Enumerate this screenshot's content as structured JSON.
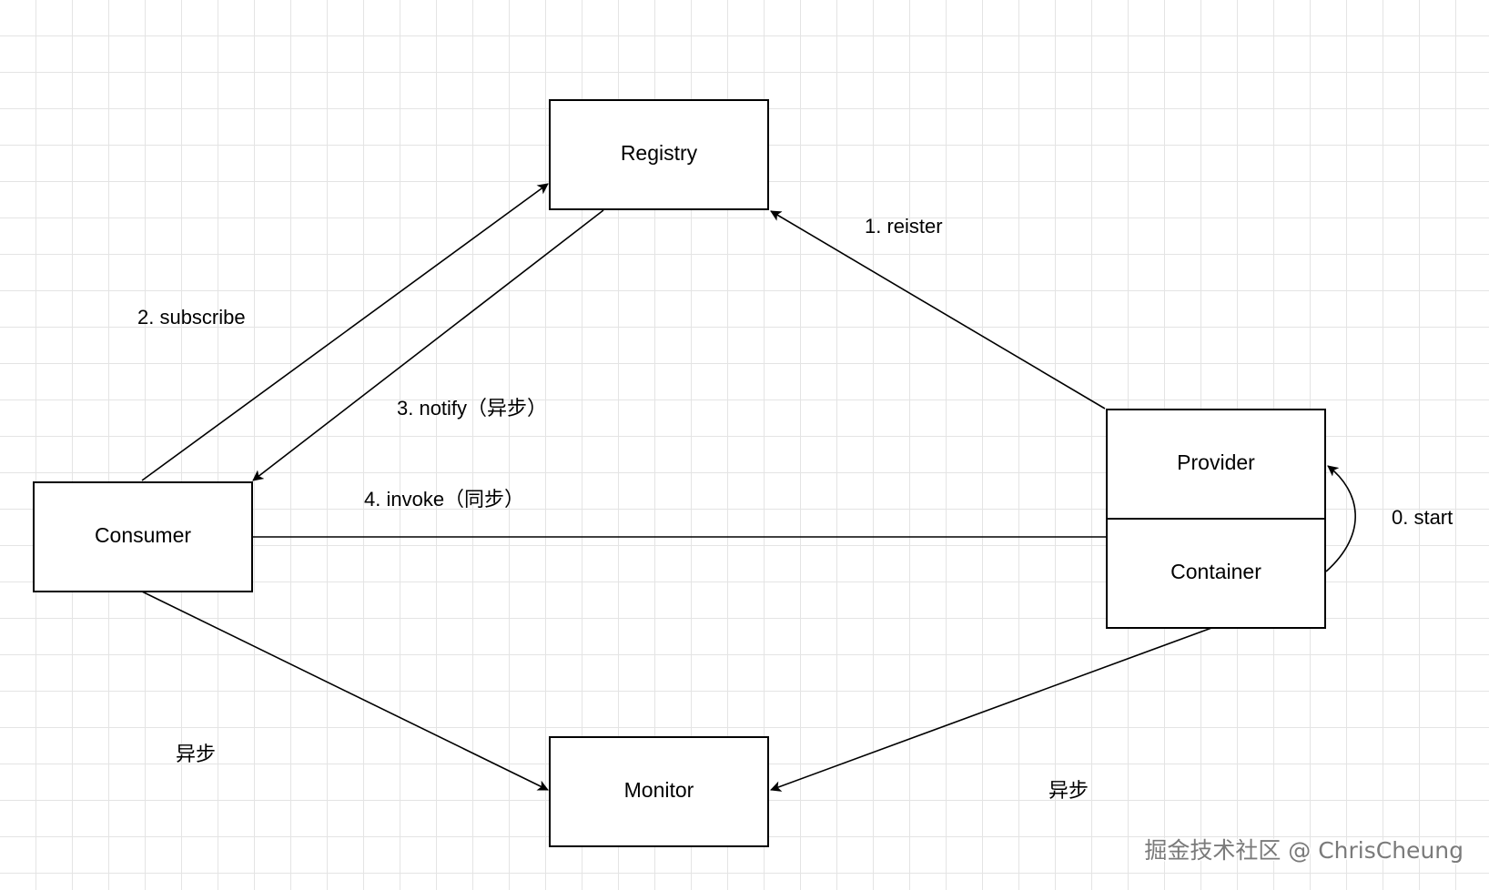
{
  "nodes": {
    "registry": {
      "label": "Registry"
    },
    "consumer": {
      "label": "Consumer"
    },
    "provider": {
      "label": "Provider"
    },
    "container": {
      "label": "Container"
    },
    "monitor": {
      "label": "Monitor"
    }
  },
  "edges": {
    "register": {
      "label": "1. reister",
      "from": "provider",
      "to": "registry"
    },
    "subscribe": {
      "label": "2. subscribe",
      "from": "consumer",
      "to": "registry"
    },
    "notify": {
      "label": "3. notify（异步）",
      "from": "registry",
      "to": "consumer"
    },
    "invoke": {
      "label": "4. invoke（同步）",
      "from": "consumer",
      "to": "container"
    },
    "start": {
      "label": "0. start",
      "from": "container",
      "to": "provider"
    },
    "consumer_monitor": {
      "label": "异步",
      "from": "consumer",
      "to": "monitor"
    },
    "provider_monitor": {
      "label": "异步",
      "from": "container",
      "to": "monitor"
    }
  },
  "watermark": "掘金技术社区 @ ChrisCheung"
}
